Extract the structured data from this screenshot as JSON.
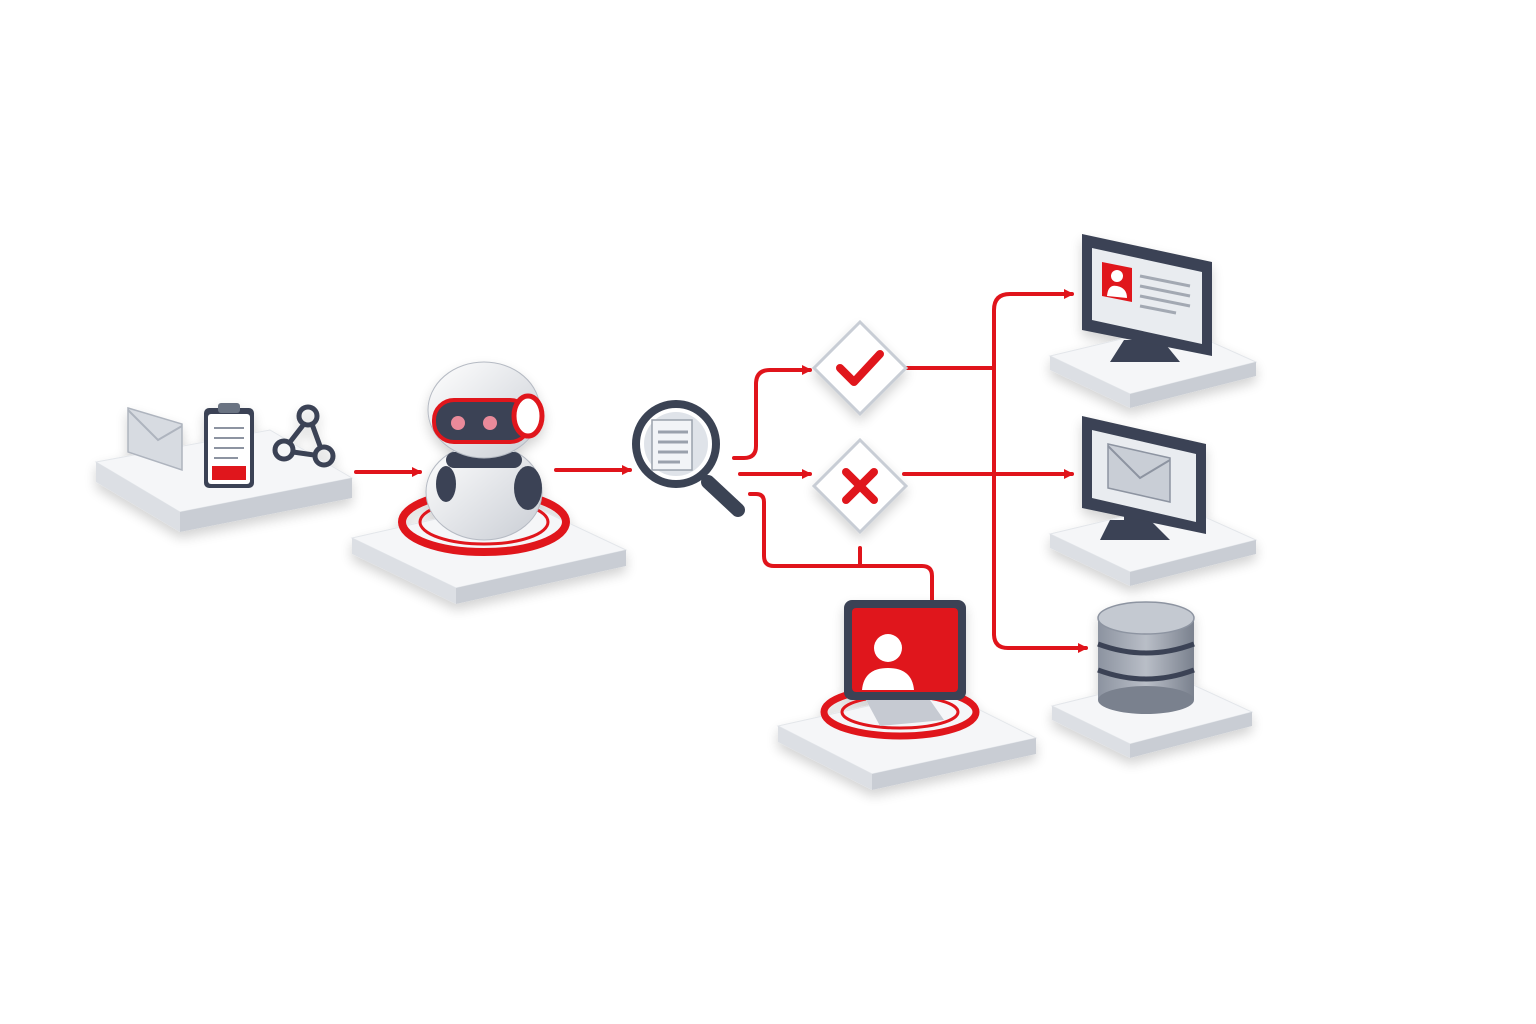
{
  "diagram": {
    "nodes": [
      {
        "id": "inputs",
        "kind": "platform-with-icons",
        "icons": [
          "envelope-icon",
          "clipboard-icon",
          "webhook-icon"
        ]
      },
      {
        "id": "bot",
        "kind": "platform-with-robot",
        "icons": [
          "robot-icon"
        ],
        "highlighted": true
      },
      {
        "id": "analyze",
        "kind": "standalone-icon",
        "icons": [
          "magnifier-document-icon"
        ]
      },
      {
        "id": "approve",
        "kind": "decision",
        "icons": [
          "checkmark-icon"
        ]
      },
      {
        "id": "reject",
        "kind": "decision",
        "icons": [
          "cross-icon"
        ]
      },
      {
        "id": "review",
        "kind": "platform-with-monitor",
        "icons": [
          "monitor-person-icon"
        ],
        "highlighted": true
      },
      {
        "id": "profile",
        "kind": "platform-with-monitor",
        "icons": [
          "monitor-profile-icon"
        ]
      },
      {
        "id": "mail",
        "kind": "platform-with-monitor",
        "icons": [
          "monitor-envelope-icon"
        ]
      },
      {
        "id": "database",
        "kind": "platform-with-icon",
        "icons": [
          "database-icon"
        ]
      }
    ],
    "connections": [
      {
        "from": "inputs",
        "to": "bot"
      },
      {
        "from": "bot",
        "to": "analyze"
      },
      {
        "from": "analyze",
        "to": "approve"
      },
      {
        "from": "analyze",
        "to": "reject"
      },
      {
        "from": "analyze",
        "to": "review"
      },
      {
        "from": "approve",
        "to": "profile"
      },
      {
        "from": "approve",
        "to": "mail"
      },
      {
        "from": "approve",
        "to": "database"
      },
      {
        "from": "reject",
        "to": "mail"
      }
    ]
  },
  "colors": {
    "accent": "#e0141b",
    "dark": "#3b4354",
    "platform_top": "#f5f6f8",
    "platform_side": "#dcdfe4"
  }
}
